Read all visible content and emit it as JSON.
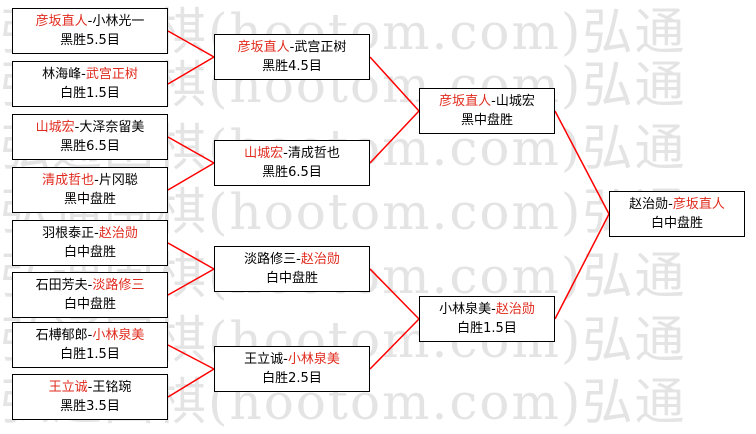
{
  "watermark": "弘通围棋(hootom.com)弘通",
  "colors": {
    "winner": "#e02b1e",
    "line": "#ff0000",
    "border": "#000000"
  },
  "round1": [
    {
      "p1": "彦坂直人",
      "p2": "小林光一",
      "winner": 1,
      "result": "黑胜5.5目"
    },
    {
      "p1": "林海峰",
      "p2": "武宫正树",
      "winner": 2,
      "result": "白胜1.5目"
    },
    {
      "p1": "山城宏",
      "p2": "大泽奈留美",
      "winner": 1,
      "result": "黑胜6.5目"
    },
    {
      "p1": "清成哲也",
      "p2": "片冈聪",
      "winner": 1,
      "result": "黑中盘胜"
    },
    {
      "p1": "羽根泰正",
      "p2": "赵治勋",
      "winner": 2,
      "result": "白中盘胜"
    },
    {
      "p1": "石田芳夫",
      "p2": "淡路修三",
      "winner": 2,
      "result": "白中盘胜"
    },
    {
      "p1": "石榑郁郎",
      "p2": "小林泉美",
      "winner": 2,
      "result": "白胜1.5目"
    },
    {
      "p1": "王立诚",
      "p2": "王铭琬",
      "winner": 1,
      "result": "黑胜3.5目"
    }
  ],
  "round2": [
    {
      "p1": "彦坂直人",
      "p2": "武宫正树",
      "winner": 1,
      "result": "黑胜4.5目"
    },
    {
      "p1": "山城宏",
      "p2": "清成哲也",
      "winner": 1,
      "result": "黑胜6.5目"
    },
    {
      "p1": "淡路修三",
      "p2": "赵治勋",
      "winner": 2,
      "result": "白中盘胜"
    },
    {
      "p1": "王立诚",
      "p2": "小林泉美",
      "winner": 2,
      "result": "白胜2.5目"
    }
  ],
  "semifinal": [
    {
      "p1": "彦坂直人",
      "p2": "山城宏",
      "winner": 1,
      "result": "黑中盘胜"
    },
    {
      "p1": "小林泉美",
      "p2": "赵治勋",
      "winner": 2,
      "result": "白胜1.5目"
    }
  ],
  "final": [
    {
      "p1": "赵治勋",
      "p2": "彦坂直人",
      "winner": 2,
      "result": "白中盘胜"
    }
  ]
}
